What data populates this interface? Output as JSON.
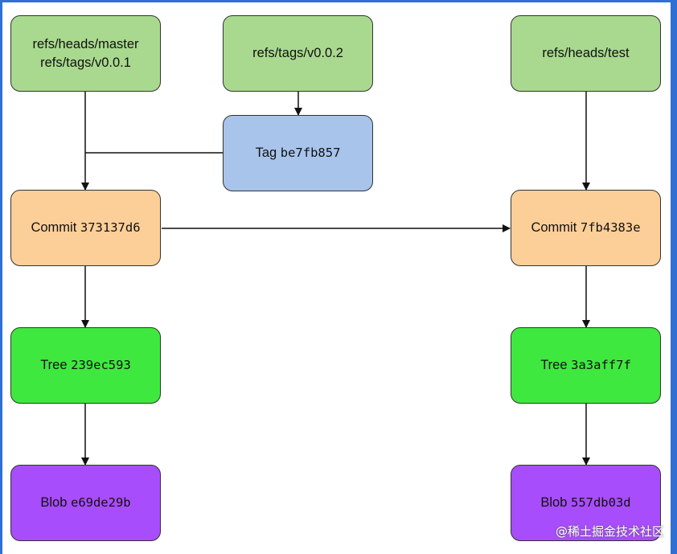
{
  "diagram": {
    "refs_master": [
      "refs/heads/master",
      "refs/tags/v0.0.1"
    ],
    "refs_tag": "refs/tags/v0.0.2",
    "refs_test": "refs/heads/test",
    "tag": {
      "kind": "Tag",
      "hash": "be7fb857"
    },
    "commit_left": {
      "kind": "Commit",
      "hash": "373137d6"
    },
    "commit_right": {
      "kind": "Commit",
      "hash": "7fb4383e"
    },
    "tree_left": {
      "kind": "Tree",
      "hash": "239ec593"
    },
    "tree_right": {
      "kind": "Tree",
      "hash": "3a3aff7f"
    },
    "blob_left": {
      "kind": "Blob",
      "hash": "e69de29b"
    },
    "blob_right": {
      "kind": "Blob",
      "hash": "557db03d"
    }
  },
  "watermark": "@稀土掘金技术社区",
  "colors": {
    "ref": "#a9d98f",
    "tag": "#a8c4ea",
    "commit": "#fccf99",
    "tree": "#3fe83f",
    "blob": "#a84dfb",
    "frame": "#2f6fd6"
  }
}
